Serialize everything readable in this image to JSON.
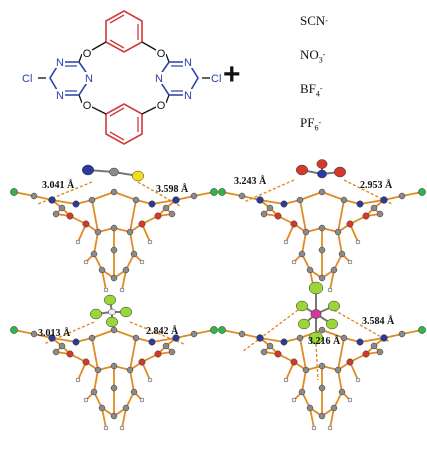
{
  "macrocycle": {
    "atoms": {
      "chlorine": "Cl",
      "nitrogen": "N",
      "oxygen": "O"
    },
    "colors": {
      "triazine": "#2a3fa8",
      "benzene": "#d0393b",
      "bond": "#111111"
    }
  },
  "plus_sign": "+",
  "anions": [
    {
      "base": "SCN",
      "sub": "",
      "charge": "-"
    },
    {
      "base": "NO",
      "sub": "3",
      "charge": "-"
    },
    {
      "base": "BF",
      "sub": "4",
      "charge": "-"
    },
    {
      "base": "PF",
      "sub": "6",
      "charge": "-"
    }
  ],
  "complexes": [
    {
      "anion": "SCN",
      "distances": [
        "3.041 Å",
        "3.598 Å"
      ]
    },
    {
      "anion": "NO3",
      "distances": [
        "3.243 Å",
        "2.953 Å"
      ]
    },
    {
      "anion": "BF4",
      "distances": [
        "3.013 Å",
        "2.842 Å"
      ]
    },
    {
      "anion": "PF6",
      "distances": [
        "3.584 Å",
        "3.216 Å"
      ]
    }
  ],
  "atom_colors": {
    "carbon": "#8a8a8a",
    "nitrogen": "#2b3aa0",
    "oxygen": "#d23a2a",
    "chlorine": "#2fb34a",
    "hydrogen": "#f2f2f2",
    "sulfur": "#f0e01a",
    "fluorine": "#9ad63a",
    "phosphorus": "#d03a9a",
    "bond": "#e08a20"
  }
}
